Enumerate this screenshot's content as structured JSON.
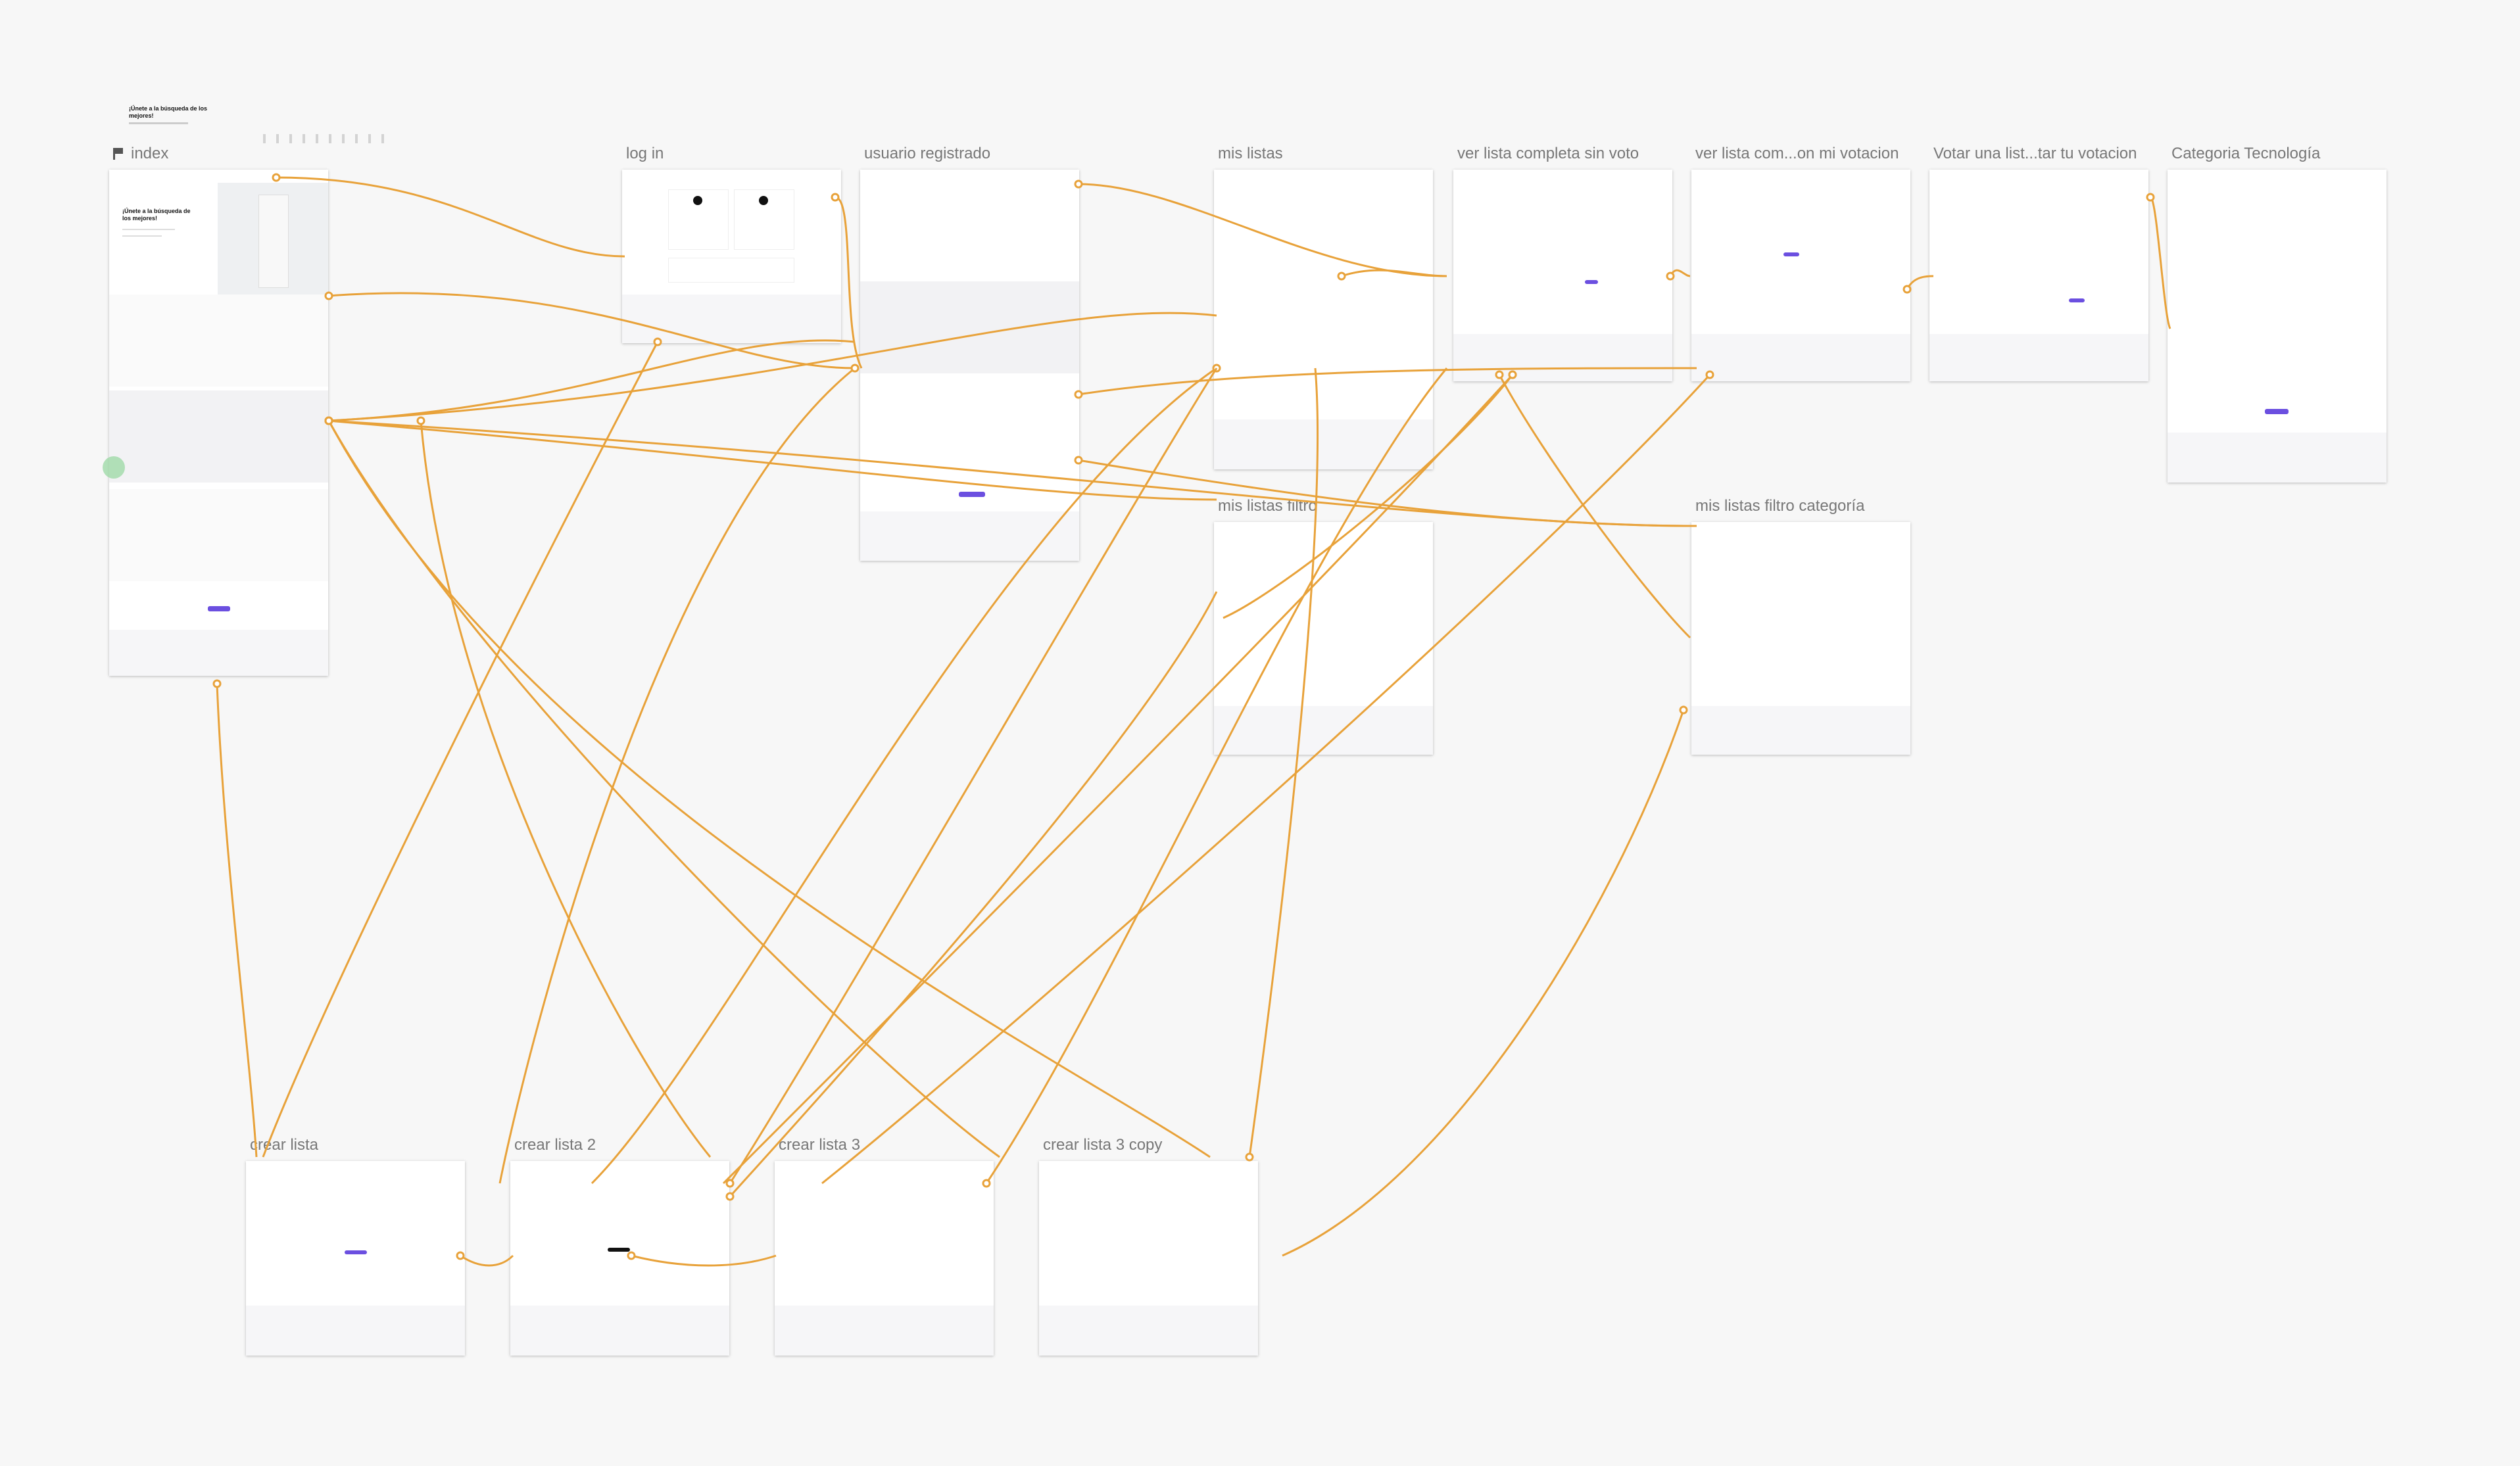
{
  "app": "Prototype flow map",
  "boards": [
    {
      "id": "index",
      "label": "index",
      "has_flag": true
    },
    {
      "id": "login",
      "label": "log in"
    },
    {
      "id": "usuario",
      "label": "usuario registrado"
    },
    {
      "id": "mislistas",
      "label": "mis listas"
    },
    {
      "id": "verlista",
      "label": "ver lista completa sin voto"
    },
    {
      "id": "verlistavoto",
      "label": "ver lista com...on mi votacion"
    },
    {
      "id": "votar",
      "label": "Votar una list...tar tu votacion"
    },
    {
      "id": "categoria",
      "label": "Categoria Tecnología"
    },
    {
      "id": "mislistasfiltro",
      "label": "mis listas filtro"
    },
    {
      "id": "filtrocat",
      "label": "mis listas filtro categoría"
    },
    {
      "id": "crear1",
      "label": "crear lista"
    },
    {
      "id": "crear2",
      "label": "crear lista 2"
    },
    {
      "id": "crear3",
      "label": "crear lista 3"
    },
    {
      "id": "crear3copy",
      "label": "crear lista 3 copy"
    }
  ],
  "floating": {
    "hero_title": "¡Únete a la búsqueda de los mejores!"
  },
  "index_screen": {
    "hero_title": "¡Únete a la búsqueda de los mejores!"
  },
  "colors": {
    "link": "#e8a23a",
    "accent": "#6b4fe0",
    "label": "#777777",
    "canvas": "#f7f7f7"
  }
}
